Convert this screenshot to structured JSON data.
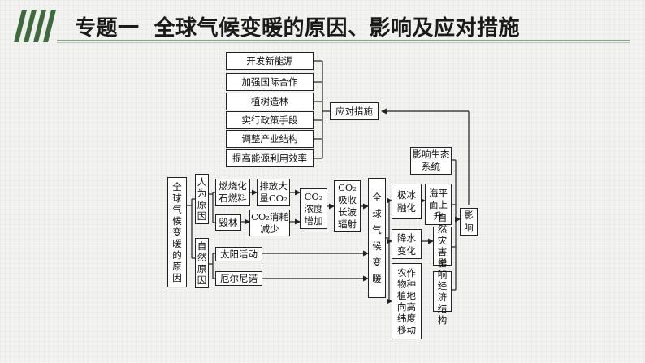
{
  "header": {
    "topic_label": "专题一",
    "title": "全球气候变暖的原因、影响及应对措施"
  },
  "measures": {
    "title": "应对措施",
    "items": [
      "开发新能源",
      "加强国际合作",
      "植树造林",
      "实行政策手段",
      "调整产业结构",
      "提高能源利用效率"
    ]
  },
  "causes": {
    "main": "全球气候变暖的原因",
    "human": "人为原因",
    "natural": "自然原因",
    "burn_fuel": "燃烧化石燃料",
    "emit_co2": "排放大量CO₂",
    "deforest": "毁林",
    "co2_less_absorb": "CO₂消耗减少",
    "co2_increase": "CO₂浓度增加",
    "co2_absorb": "CO₂吸收长波辐射",
    "solar": "太阳活动",
    "el_nino": "厄尔尼诺"
  },
  "warming": "全球气候变暖",
  "effects": {
    "ice_melt": "极冰融化",
    "sea_rise": "海平面上升",
    "ecosystem": "影响生态系统",
    "precip": "降水变化",
    "disaster": "自然灾害增加",
    "crop_shift": "农作物种植地向高纬度移动",
    "economy": "影响经济结构",
    "impact": "影响"
  },
  "colors": {
    "accent": "#3d6b3e",
    "line": "#222222"
  }
}
